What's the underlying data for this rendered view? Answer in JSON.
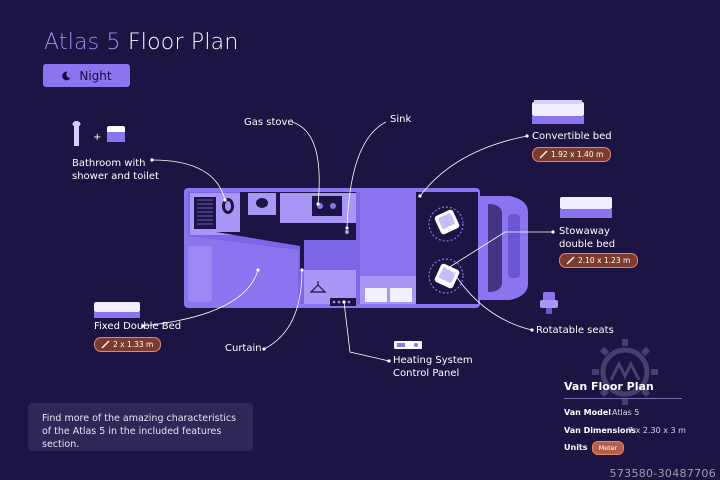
{
  "header": {
    "brand": "Atlas 5",
    "title_rest": "Floor Plan",
    "night_button_label": "Night"
  },
  "labels": {
    "bathroom": [
      "Bathroom with",
      "shower and toilet"
    ],
    "gas_stove": "Gas stove",
    "sink": "Sink",
    "convertible_bed": "Convertible bed",
    "convertible_bed_size": "1.92 x 1.40 m",
    "stowaway_bed": [
      "Stowaway",
      "double bed"
    ],
    "stowaway_bed_size": "2.10 x 1.23 m",
    "fixed_bed": "Fixed Double Bed",
    "fixed_bed_size": "2 x 1.33 m",
    "curtain": "Curtain",
    "heating": [
      "Heating System",
      "Control Panel"
    ],
    "rotatable_seats": "Rotatable seats"
  },
  "info": {
    "lines": [
      "Find more of the amazing characteristics",
      "of the Atlas 5 in the included features section."
    ]
  },
  "van_floor_plan": {
    "title": "Van Floor Plan",
    "model_key": "Van Model",
    "model_value": "Atlas 5",
    "dimensions_key": "Van Dimensions",
    "dimensions_value": "7 x 2.30 x 3 m",
    "units_key": "Units",
    "units_value": "Meter"
  },
  "watermark": "573580-30487706",
  "colors": {
    "background": "#1c1442",
    "accent": "#8c74f0",
    "badge": "#7d3a2e"
  }
}
